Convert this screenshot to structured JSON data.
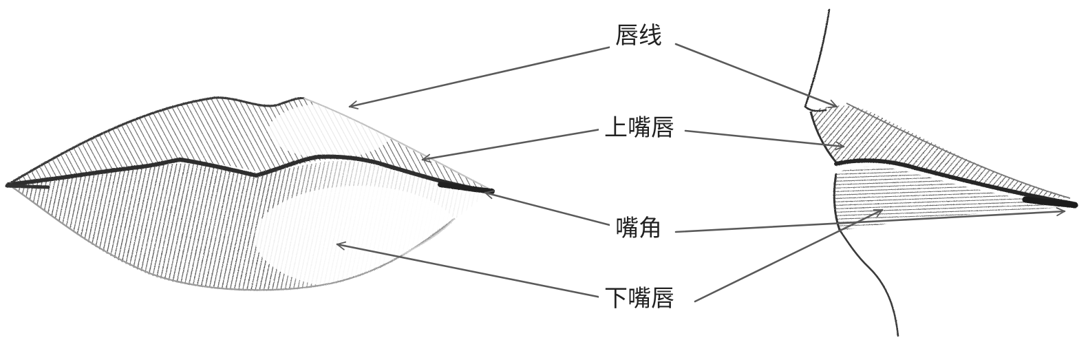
{
  "labels": {
    "lip_line": "唇线",
    "upper_lip": "上嘴唇",
    "mouth_corner": "嘴角",
    "lower_lip": "下嘴唇"
  },
  "colors": {
    "pencil_dark": "#2e2e2e",
    "pencil_mid": "#7a7a7a",
    "pencil_light": "#b5b5b5",
    "arrow": "#5a5a5a"
  }
}
